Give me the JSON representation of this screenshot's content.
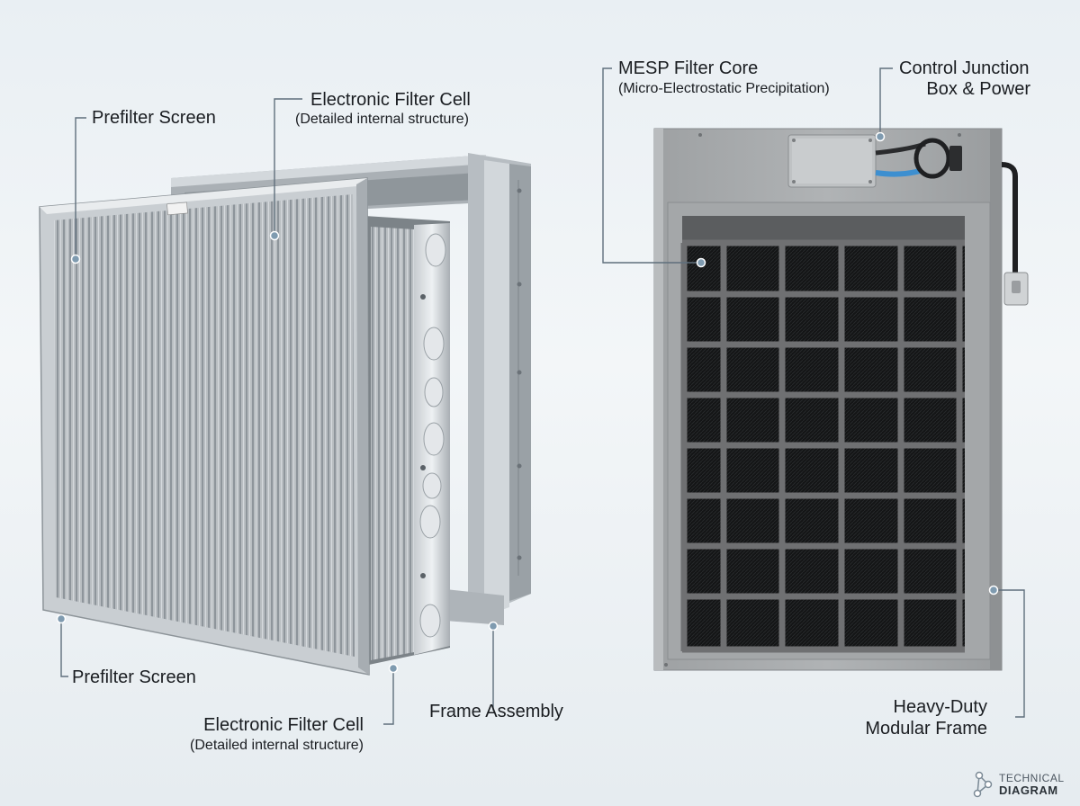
{
  "left_unit": {
    "label_prefilter_top": "Prefilter Screen",
    "label_cell_top": "Electronic Filter Cell",
    "label_cell_top_sub": "(Detailed internal structure)",
    "label_prefilter_bottom": "Prefilter Screen",
    "label_cell_bottom": "Electronic Filter Cell",
    "label_cell_bottom_sub": "(Detailed internal structure)",
    "label_frame": "Frame Assembly"
  },
  "right_unit": {
    "label_mesp": "MESP Filter Core",
    "label_mesp_sub": "(Micro-Electrostatic Precipitation)",
    "label_control_line1": "Control Junction",
    "label_control_line2": "Box & Power",
    "label_frame_line1": "Heavy-Duty",
    "label_frame_line2": "Modular Frame"
  },
  "watermark": {
    "line1": "TECHNICAL",
    "line2": "DIAGRAM",
    "icon": "network-nodes-icon"
  },
  "colors": {
    "leader_line": "#5f6f7c",
    "housing": "#a3a6a8",
    "core": "#151617",
    "grid": "#6e6f70"
  }
}
